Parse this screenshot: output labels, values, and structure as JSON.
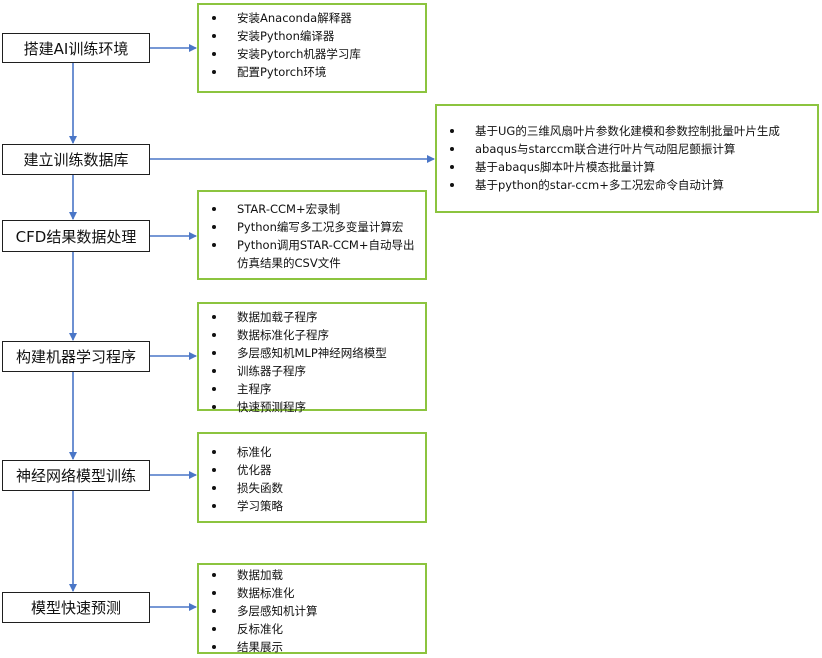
{
  "colors": {
    "arrow": "#4a76c7",
    "note_border": "#8cc43f",
    "step_border": "#1f1f1f"
  },
  "steps": [
    {
      "label": "搭建AI训练环境",
      "notes": [
        "安装Anaconda解释器",
        "安装Python编译器",
        "安装Pytorch机器学习库",
        "配置Pytorch环境"
      ]
    },
    {
      "label": "建立训练数据库",
      "notes": [
        "基于UG的三维风扇叶片参数化建模和参数控制批量叶片生成",
        "abaqus与starccm联合进行叶片气动阻尼颤振计算",
        "基于abaqus脚本叶片模态批量计算",
        "基于python的star-ccm+多工况宏命令自动计算"
      ]
    },
    {
      "label": "CFD结果数据处理",
      "notes": [
        "STAR-CCM+宏录制",
        "Python编写多工况多变量计算宏",
        "Python调用STAR-CCM+自动导出仿真结果的CSV文件"
      ]
    },
    {
      "label": "构建机器学习程序",
      "notes": [
        "数据加载子程序",
        "数据标准化子程序",
        "多层感知机MLP神经网络模型",
        "训练器子程序",
        "主程序",
        "快速预测程序"
      ]
    },
    {
      "label": "神经网络模型训练",
      "notes": [
        "标准化",
        "优化器",
        "损失函数",
        "学习策略"
      ]
    },
    {
      "label": "模型快速预测",
      "notes": [
        "数据加载",
        "数据标准化",
        "多层感知机计算",
        "反标准化",
        "结果展示"
      ]
    }
  ]
}
